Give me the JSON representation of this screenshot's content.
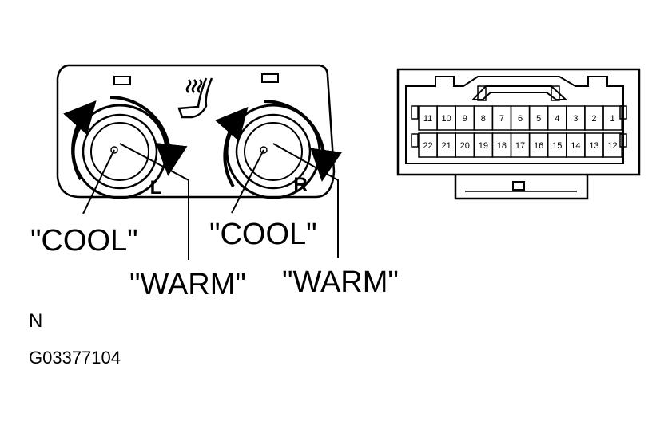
{
  "switch": {
    "left_knob_letter": "L",
    "right_knob_letter": "R"
  },
  "callouts": {
    "left_cool": "\"COOL\"",
    "left_warm": "\"WARM\"",
    "right_cool": "\"COOL\"",
    "right_warm": "\"WARM\""
  },
  "connector": {
    "top_row_pins": [
      "11",
      "10",
      "9",
      "8",
      "7",
      "6",
      "5",
      "4",
      "3",
      "2",
      "1"
    ],
    "bottom_row_pins": [
      "22",
      "21",
      "20",
      "19",
      "18",
      "17",
      "16",
      "15",
      "14",
      "13",
      "12"
    ]
  },
  "footer": {
    "view_letter": "N",
    "figure_code": "G03377104"
  }
}
